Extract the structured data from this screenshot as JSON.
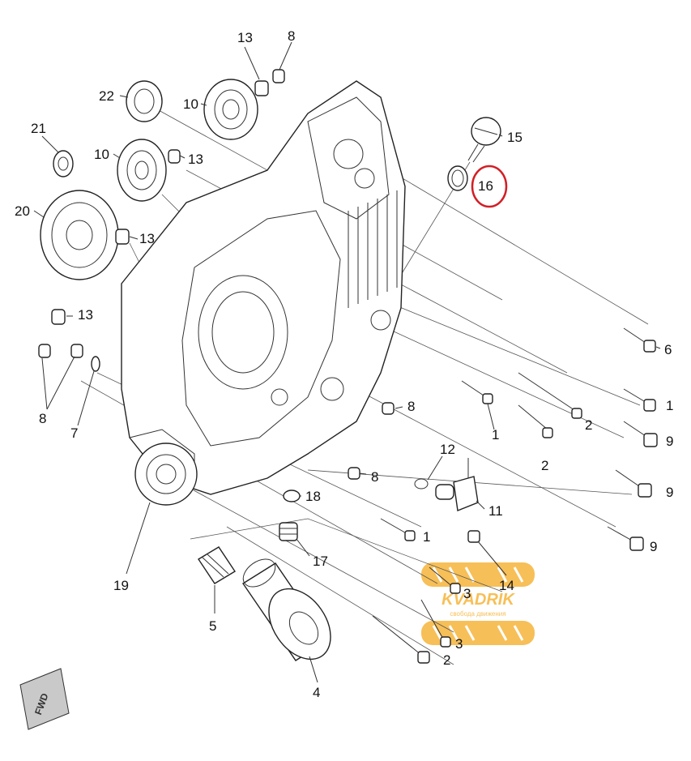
{
  "callouts": [
    {
      "id": "c13a",
      "text": "13"
    },
    {
      "id": "c8a",
      "text": "8"
    },
    {
      "id": "c22",
      "text": "22"
    },
    {
      "id": "c10a",
      "text": "10"
    },
    {
      "id": "c21",
      "text": "21"
    },
    {
      "id": "c10b",
      "text": "10"
    },
    {
      "id": "c13b",
      "text": "13"
    },
    {
      "id": "c20",
      "text": "20"
    },
    {
      "id": "c13c",
      "text": "13"
    },
    {
      "id": "c15",
      "text": "15"
    },
    {
      "id": "c16",
      "text": "16"
    },
    {
      "id": "c13d",
      "text": "13"
    },
    {
      "id": "c8b",
      "text": "8"
    },
    {
      "id": "c7",
      "text": "7"
    },
    {
      "id": "c6",
      "text": "6"
    },
    {
      "id": "c1a",
      "text": "1"
    },
    {
      "id": "c9a",
      "text": "9"
    },
    {
      "id": "c8c",
      "text": "8"
    },
    {
      "id": "c1b",
      "text": "1"
    },
    {
      "id": "c2a",
      "text": "2"
    },
    {
      "id": "c2b",
      "text": "2"
    },
    {
      "id": "c12",
      "text": "12"
    },
    {
      "id": "c8d",
      "text": "8"
    },
    {
      "id": "c9b",
      "text": "9"
    },
    {
      "id": "c18",
      "text": "18"
    },
    {
      "id": "c11",
      "text": "11"
    },
    {
      "id": "c19",
      "text": "19"
    },
    {
      "id": "c1c",
      "text": "1"
    },
    {
      "id": "c9c",
      "text": "9"
    },
    {
      "id": "c17",
      "text": "17"
    },
    {
      "id": "c14",
      "text": "14"
    },
    {
      "id": "c3a",
      "text": "3"
    },
    {
      "id": "c5",
      "text": "5"
    },
    {
      "id": "c3b",
      "text": "3"
    },
    {
      "id": "c2c",
      "text": "2"
    },
    {
      "id": "c4",
      "text": "4"
    }
  ],
  "fwd_label": "FWD",
  "logo": {
    "name": "KVADRIK",
    "tagline": "свобода движения",
    "color": "#f6b43a"
  },
  "highlight": {
    "target": "16",
    "color": "#d21f26"
  }
}
